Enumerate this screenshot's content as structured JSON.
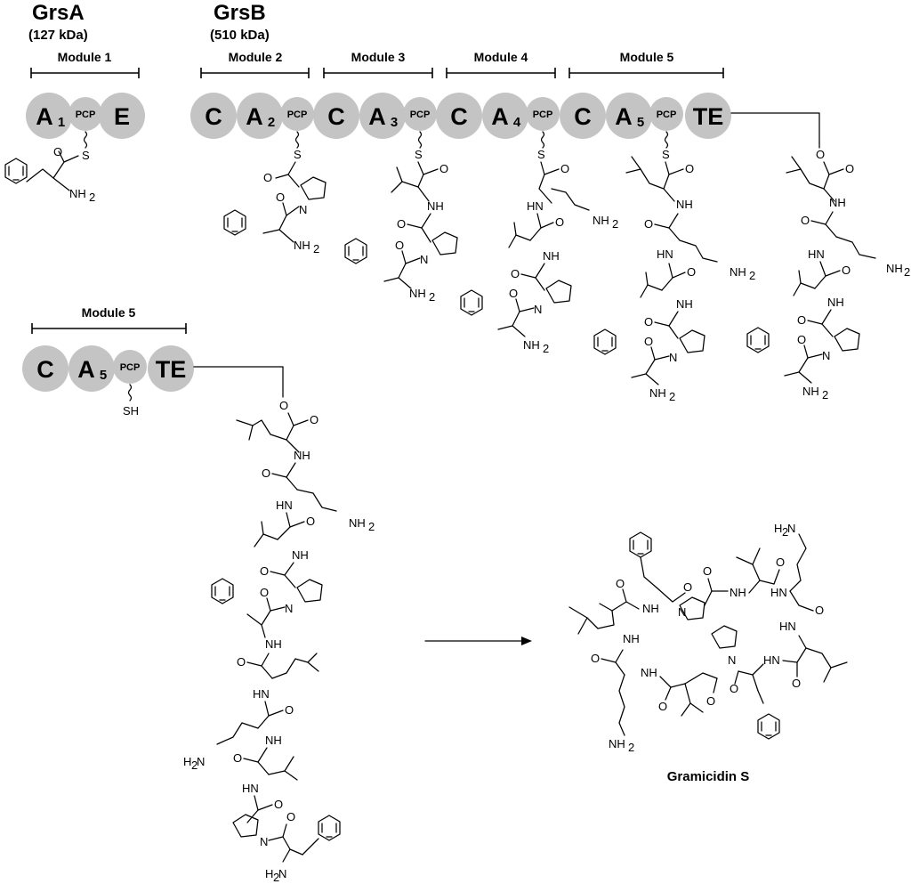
{
  "headers": {
    "grsA": "GrsA",
    "grsA_mass": "(127 kDa)",
    "grsB": "GrsB",
    "grsB_mass": "(510 kDa)"
  },
  "modules": [
    {
      "label": "Module 1"
    },
    {
      "label": "Module 2"
    },
    {
      "label": "Module 3"
    },
    {
      "label": "Module 4"
    },
    {
      "label": "Module 5"
    },
    {
      "label": "Module 5"
    }
  ],
  "domains": {
    "C": "C",
    "A1": "A",
    "A2": "A",
    "A3": "A",
    "A4": "A",
    "A5": "A",
    "sub1": "1",
    "sub2": "2",
    "sub3": "3",
    "sub4": "4",
    "sub5": "5",
    "PCP": "PCP",
    "E": "E",
    "TE": "TE"
  },
  "atoms": {
    "S": "S",
    "O": "O",
    "N": "N",
    "NH": "NH",
    "HN": "HN",
    "NH2": "NH",
    "H2N": "H",
    "two": "2",
    "SH": "SH"
  },
  "product": {
    "name": "Gramicidin S"
  },
  "colors": {
    "domain_fill": "#c4c4c4",
    "text": "#000000"
  }
}
